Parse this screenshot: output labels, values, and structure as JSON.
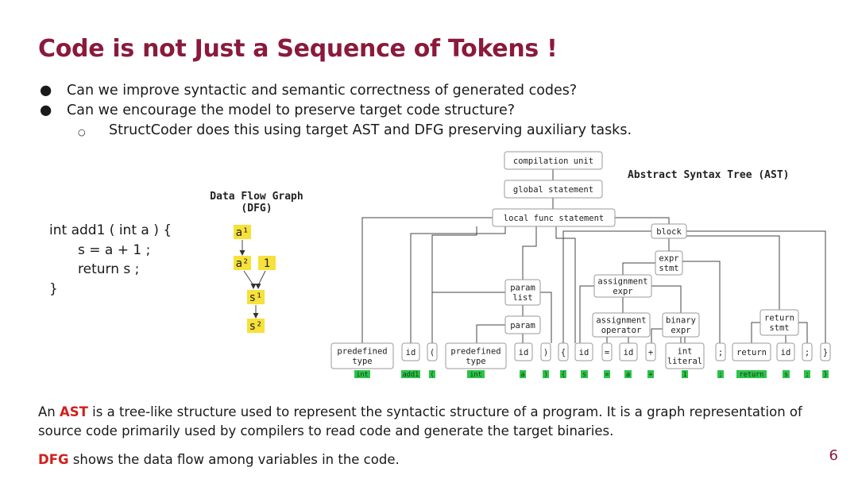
{
  "title": "Code is not Just a Sequence of Tokens !",
  "bullets": [
    "Can we improve syntactic and semantic correctness of generated codes?",
    "Can we encourage the model to preserve target code structure?"
  ],
  "sub_bullet": "StructCoder does this using target AST and DFG preserving auxiliary tasks.",
  "bullet_marker": "●",
  "sub_marker": "○",
  "code_lines": [
    "int add1 ( int a ) {",
    "s = a + 1 ;",
    "return s ;",
    "}"
  ],
  "dfg": {
    "title_line1": "Data Flow Graph",
    "title_line2": "(DFG)",
    "nodes": [
      "a¹",
      "a²",
      "1",
      "s¹",
      "s²"
    ],
    "highlight_color": "#f7e13a"
  },
  "ast": {
    "title": "Abstract Syntax Tree (AST)",
    "nodes": [
      [
        "compilation unit"
      ],
      [
        "global statement"
      ],
      [
        "local func statement"
      ],
      [
        "block"
      ],
      [
        "expr",
        "stmt"
      ],
      [
        "assignment",
        "expr"
      ],
      [
        "param",
        "list"
      ],
      [
        "param"
      ],
      [
        "assignment",
        "operator"
      ],
      [
        "binary",
        "expr"
      ],
      [
        "return",
        "stmt"
      ],
      [
        "predefined",
        "type"
      ],
      [
        "id"
      ],
      [
        "("
      ],
      [
        "predefined",
        "type"
      ],
      [
        "id"
      ],
      [
        ")"
      ],
      [
        "{"
      ],
      [
        "id"
      ],
      [
        "="
      ],
      [
        "id"
      ],
      [
        "+"
      ],
      [
        "int",
        "literal"
      ],
      [
        ";"
      ],
      [
        "return"
      ],
      [
        "id"
      ],
      [
        ";"
      ],
      [
        "}"
      ]
    ],
    "tokens": [
      "int",
      "add1",
      "(",
      "int",
      "a",
      ")",
      "{",
      "s",
      "=",
      "a",
      "+",
      "1",
      ";",
      "return",
      "s",
      ";",
      "}"
    ],
    "token_color": "#2ec24a"
  },
  "paragraph1": {
    "term": "AST",
    "text": " is a tree-like structure used to represent the syntactic structure of a program. It is a graph representation of source code primarily used by compilers to read code and generate the target binaries."
  },
  "paragraph1_prefix": "An ",
  "paragraph2": {
    "term": "DFG",
    "text": " shows the data flow among variables in the code."
  },
  "page_number": "6",
  "colors": {
    "title": "#8a1a3c",
    "emphasis": "#d0201c"
  }
}
